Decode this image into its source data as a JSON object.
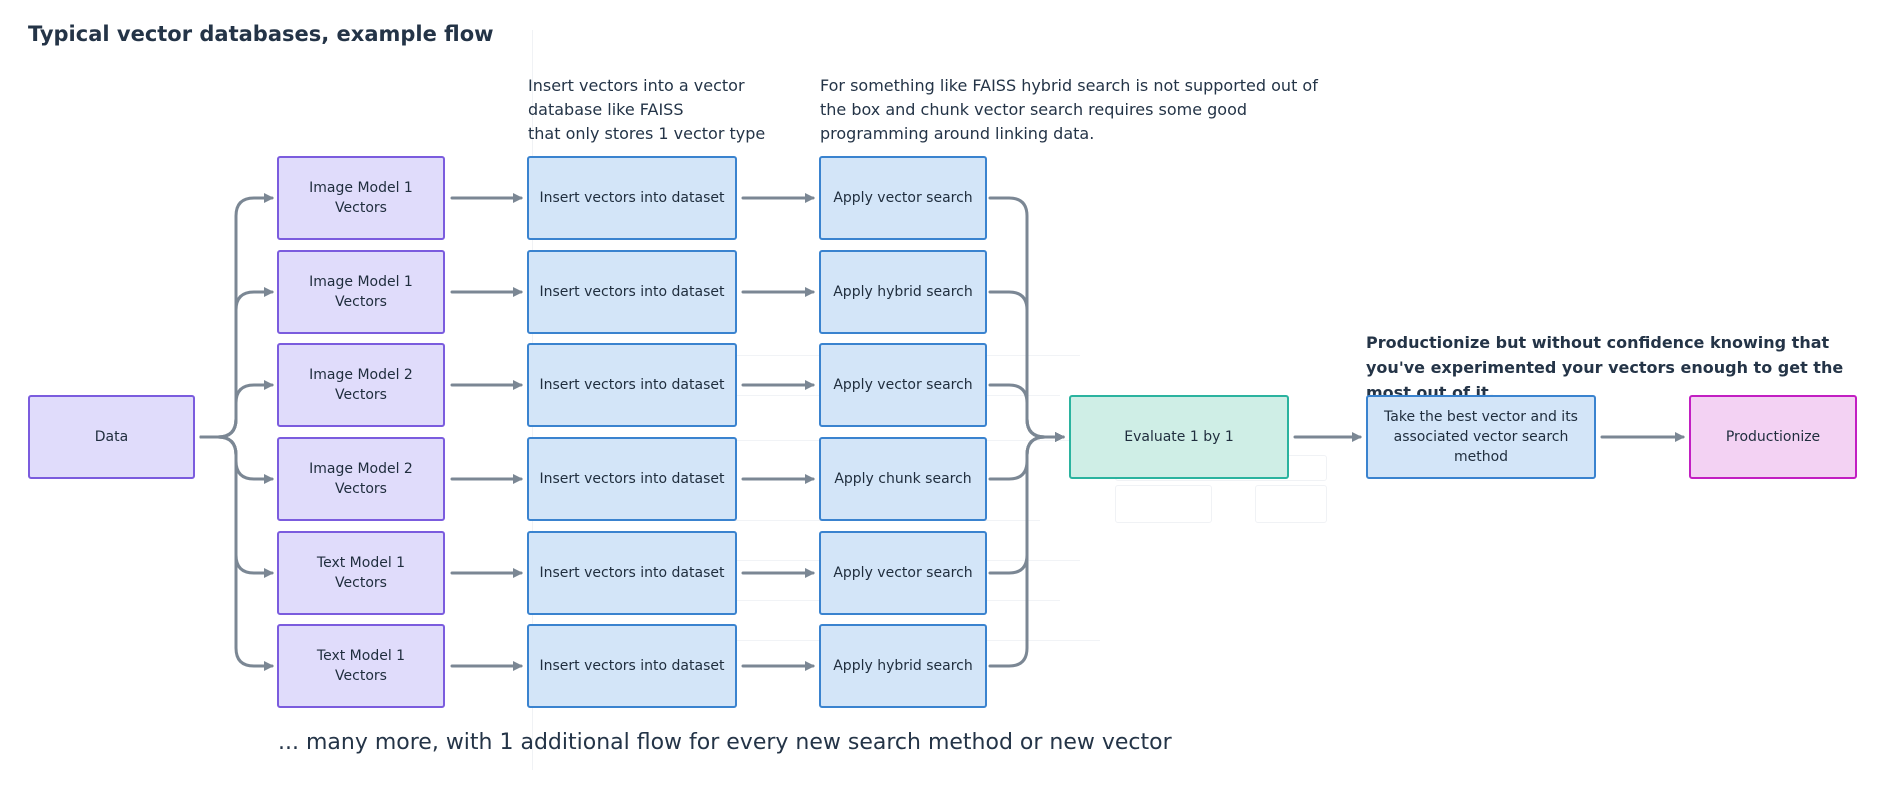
{
  "title": "Typical vector databases, example flow",
  "notes": {
    "insert_note": "Insert vectors into a vector database like FAISS\n that only stores 1 vector type",
    "faiss_note": "For something like FAISS hybrid search is not supported out of the box and chunk vector search requires some good programming around linking data.",
    "productionize_note": "Productionize but without confidence knowing that you've experimented your vectors enough to get the most out of it."
  },
  "footer": "... many more, with 1 additional flow for every new search method or new vector",
  "nodes": {
    "data": "Data",
    "evaluate": "Evaluate 1 by 1",
    "best": "Take the best vector and its associated vector search method",
    "productionize": "Productionize"
  },
  "rows": [
    {
      "model": "Image Model 1 Vectors",
      "insert": "Insert vectors into dataset",
      "search": "Apply vector search"
    },
    {
      "model": "Image Model 1 Vectors",
      "insert": "Insert vectors into dataset",
      "search": "Apply hybrid search"
    },
    {
      "model": "Image Model 2 Vectors",
      "insert": "Insert vectors into dataset",
      "search": "Apply vector search"
    },
    {
      "model": "Image Model 2 Vectors",
      "insert": "Insert vectors into dataset",
      "search": "Apply chunk search"
    },
    {
      "model": "Text Model 1 Vectors",
      "insert": "Insert vectors into dataset",
      "search": "Apply vector search"
    },
    {
      "model": "Text Model 1 Vectors",
      "insert": "Insert vectors into dataset",
      "search": "Apply hybrid search"
    }
  ],
  "colors": {
    "connector": "#7b8794",
    "model_fill": "#e0dcfb",
    "model_border": "#7b5cde",
    "blue_fill": "#d3e5f8",
    "blue_border": "#3a83cf",
    "evaluate_fill": "#cfeee6",
    "evaluate_border": "#2bb39f",
    "productionize_fill": "#f3d2f3",
    "productionize_border": "#c21fc2"
  }
}
